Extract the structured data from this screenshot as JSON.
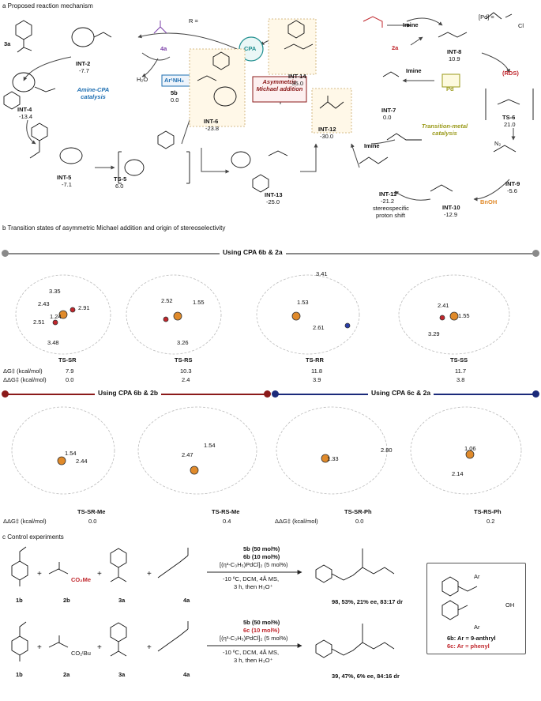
{
  "colors": {
    "blue": "#1f6fb2",
    "red": "#c0262c",
    "orange": "#e08a2a",
    "olive": "#9a9a1a",
    "teal": "#1e8e8e",
    "purple": "#7b3fa8",
    "gray": "#8a8a8a",
    "darkred": "#8b1a1a",
    "navy": "#1b2a7a"
  },
  "panel_a": {
    "title": "a Proposed reaction mechanism",
    "r_def": "R =",
    "amine_cpa": "Amine-CPA catalysis",
    "tm_cat": "Transition-metal catalysis",
    "asym": "Asymmetric Michael addition",
    "cpa": "CPA",
    "pd": "Pd",
    "ar1nh2": "Ar¹NH₂",
    "pd_def": "[Pd] =",
    "pd_cl": "Cl",
    "rds": "(RDS)",
    "imine1": "Imine",
    "imine2": "Imine",
    "imine3": "Imine",
    "h2o": "H₂O",
    "n2": "N₂",
    "bnoh": "BnOH",
    "stereo1": "stereospecific",
    "stereo2": "proton shift",
    "labels": [
      {
        "id": "3a",
        "name": "3a",
        "value": ""
      },
      {
        "id": "int2",
        "name": "INT-2",
        "value": "-7.7"
      },
      {
        "id": "4a",
        "name": "4a",
        "value": ""
      },
      {
        "id": "int4",
        "name": "INT-4",
        "value": "-13.4"
      },
      {
        "id": "int5",
        "name": "INT-5",
        "value": "-7.1"
      },
      {
        "id": "ts5",
        "name": "TS-5",
        "value": "6.0"
      },
      {
        "id": "5b",
        "name": "5b",
        "value": "0.0"
      },
      {
        "id": "int6",
        "name": "INT-6",
        "value": "-23.8"
      },
      {
        "id": "int13",
        "name": "INT-13",
        "value": "-25.0"
      },
      {
        "id": "int12",
        "name": "INT-12",
        "value": "-30.0"
      },
      {
        "id": "int14",
        "name": "INT-14",
        "value": "-35.0"
      },
      {
        "id": "2a",
        "name": "2a",
        "value": ""
      },
      {
        "id": "int8",
        "name": "INT-8",
        "value": "10.9"
      },
      {
        "id": "int7",
        "name": "INT-7",
        "value": "0.0"
      },
      {
        "id": "ts6",
        "name": "TS-6",
        "value": "21.0"
      },
      {
        "id": "int9",
        "name": "INT-9",
        "value": "-5.6"
      },
      {
        "id": "int10",
        "name": "INT-10",
        "value": "-12.9"
      },
      {
        "id": "int11",
        "name": "INT-11",
        "value": "-21.2"
      }
    ]
  },
  "panel_b": {
    "title": "b Transition states of asymmetric Michael addition and origin of stereoselectivity",
    "header1": "Using CPA 6b & 2a",
    "header2": "Using CPA 6b & 2b",
    "header3": "Using CPA 6c & 2a",
    "dg_label": "ΔG‡ (kcal/mol)",
    "ddg_label": "ΔΔG‡ (kcal/mol)",
    "ddg_label2": "ΔΔG‡ (kcal/mol)",
    "ddg_label3": "ΔΔG‡ (kcal/mol)",
    "ts_row1": [
      {
        "name": "TS-SR",
        "dg": "7.9",
        "ddg": "0.0",
        "dists": [
          "3.35",
          "2.43",
          "2.91",
          "1.24",
          "2.51",
          "3.48"
        ]
      },
      {
        "name": "TS-RS",
        "dg": "10.3",
        "ddg": "2.4",
        "dists": [
          "2.52",
          "1.55",
          "3.26"
        ]
      },
      {
        "name": "TS-RR",
        "dg": "11.8",
        "ddg": "3.9",
        "dists": [
          "3.41",
          "1.53",
          "2.61"
        ]
      },
      {
        "name": "TS-SS",
        "dg": "11.7",
        "ddg": "3.8",
        "dists": [
          "2.41",
          "1.55",
          "3.29"
        ]
      }
    ],
    "ts_row2": [
      {
        "name": "TS-SR-Me",
        "ddg": "0.0",
        "dists": [
          "1.54",
          "2.44"
        ]
      },
      {
        "name": "TS-RS-Me",
        "ddg": "0.4",
        "dists": [
          "2.47",
          "1.54"
        ]
      },
      {
        "name": "TS-SR-Ph",
        "ddg": "0.0",
        "dists": [
          "1.33",
          "2.80"
        ]
      },
      {
        "name": "TS-RS-Ph",
        "ddg": "0.2",
        "dists": [
          "1.06",
          "2.14"
        ]
      }
    ]
  },
  "panel_c": {
    "title": "c Control experiments",
    "row1": {
      "reagents": [
        "1b",
        "2b",
        "3a",
        "4a"
      ],
      "cond": [
        "5b (50 mol%)",
        "6b (10 mol%)",
        "[(η³-C₃H₅)PdCl]₂ (5 mol%)",
        "-10 ºC, DCM, 4Å MS,",
        "3 h, then H₃O⁺"
      ],
      "product_label": "98, 53%, 21% ee, 83:17 dr",
      "co2me": "CO₂Me",
      "plus": "+"
    },
    "row2": {
      "reagents": [
        "1b",
        "2a",
        "3a",
        "4a"
      ],
      "cond": [
        "5b (50 mol%)",
        "6c (10 mol%)",
        "[(η³-C₃H₅)PdCl]₂ (5 mol%)",
        "-10 ºC, DCM, 4Å MS,",
        "3 h, then H₃O⁺"
      ],
      "product_label": "39, 47%, 6% ee, 84:16 dr",
      "co2tbu": "CO₂ᵗBu",
      "plus": "+"
    },
    "legend": {
      "l1": "6b: Ar = 9-anthryl",
      "l2": "6c: Ar = phenyl",
      "ar": "Ar",
      "oh": "OH"
    }
  }
}
